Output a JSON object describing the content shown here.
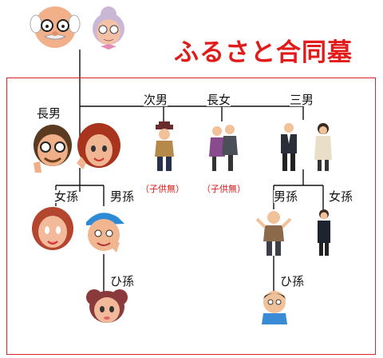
{
  "title": "ふるさと合同墓",
  "labels": {
    "chonan": "長男",
    "jinan": "次男",
    "chojo": "長女",
    "sannan": "三男",
    "onna_mago_1": "女孫",
    "otoko_mago_1": "男孫",
    "himago_1": "ひ孫",
    "otoko_mago_2": "男孫",
    "onna_mago_2": "女孫",
    "himago_2": "ひ孫"
  },
  "notes": {
    "jinan_note": "（子供無）",
    "chojo_note": "（子供無）"
  },
  "colors": {
    "accent": "#e11a1a",
    "frame": "#d8242a",
    "line": "#111111"
  }
}
